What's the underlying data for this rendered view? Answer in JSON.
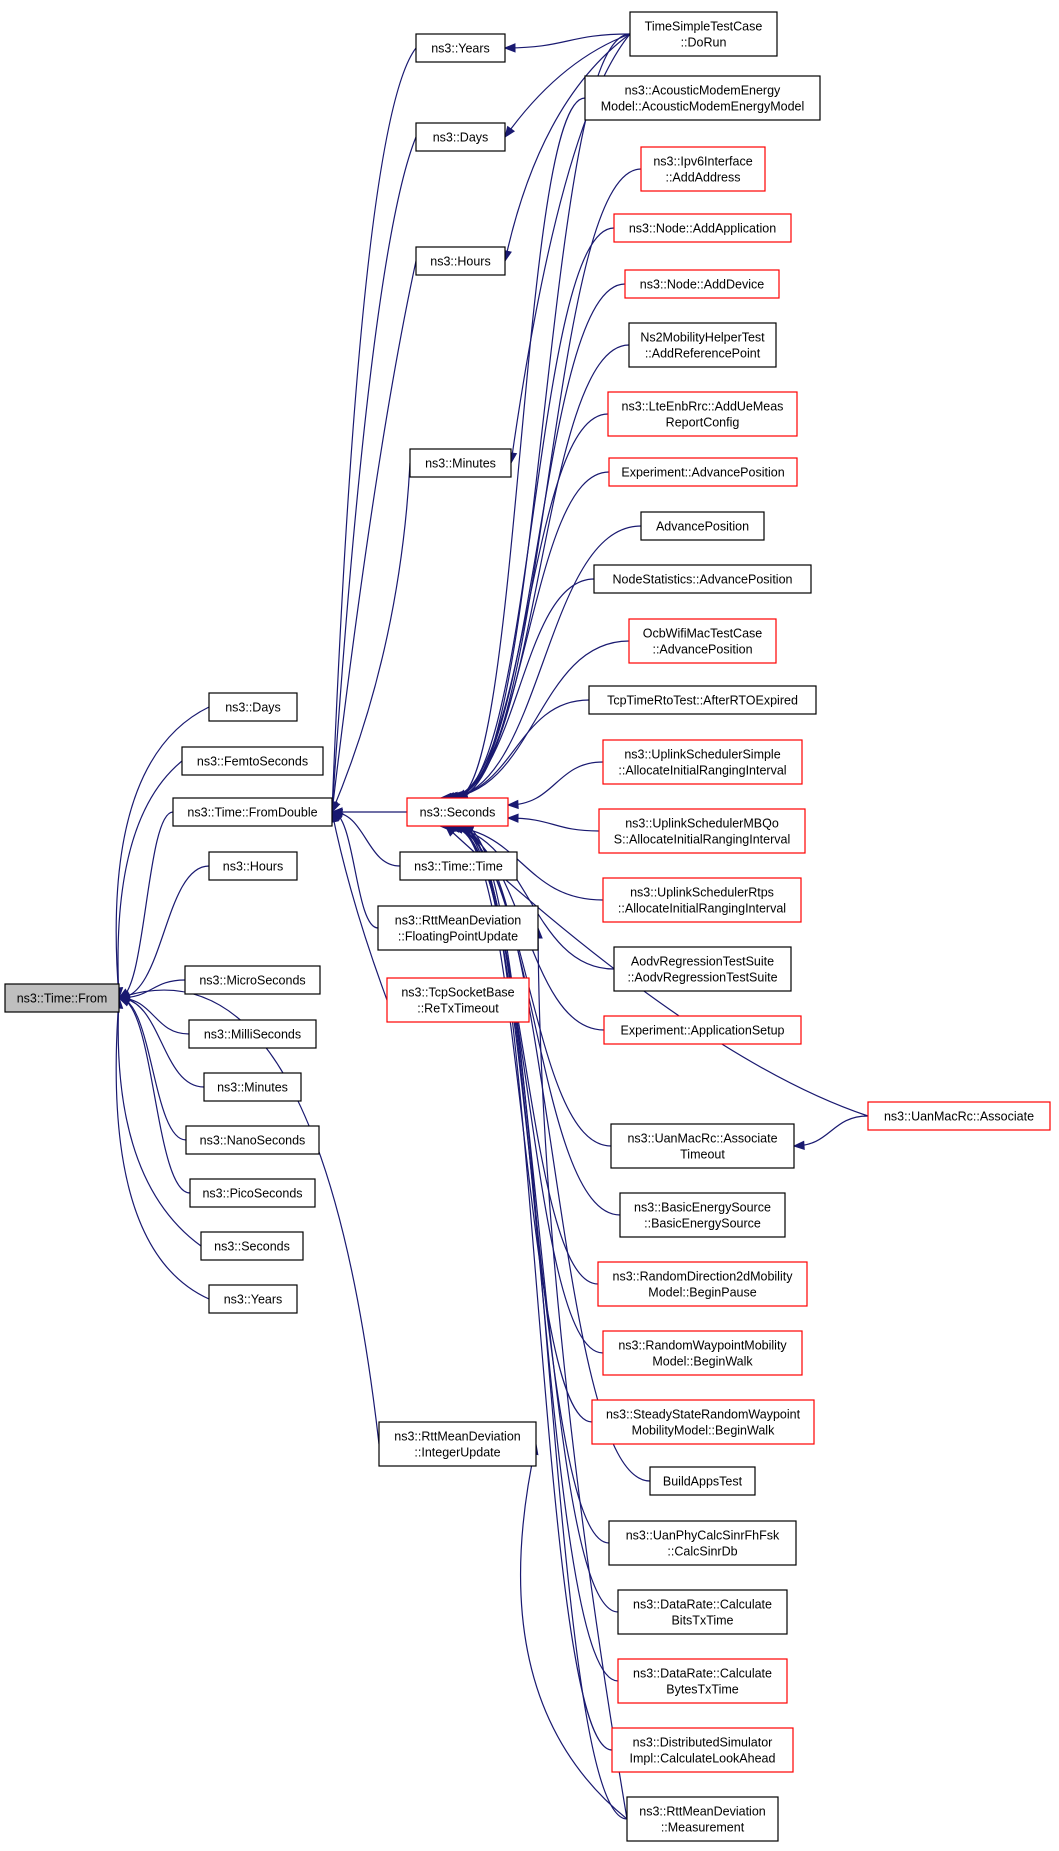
{
  "colors": {
    "edge": "#191970",
    "focus_fill": "#bfbfbf",
    "truncated_border": "#ff0000",
    "normal_border": "#000000"
  },
  "nodes": [
    {
      "id": "from",
      "lines": [
        "ns3::Time::From"
      ],
      "style": "focus"
    },
    {
      "id": "days1",
      "lines": [
        "ns3::Days"
      ],
      "style": "normal"
    },
    {
      "id": "femto",
      "lines": [
        "ns3::FemtoSeconds"
      ],
      "style": "normal"
    },
    {
      "id": "fromdouble",
      "lines": [
        "ns3::Time::FromDouble"
      ],
      "style": "normal"
    },
    {
      "id": "hours1",
      "lines": [
        "ns3::Hours"
      ],
      "style": "normal"
    },
    {
      "id": "micro",
      "lines": [
        "ns3::MicroSeconds"
      ],
      "style": "normal"
    },
    {
      "id": "milli",
      "lines": [
        "ns3::MilliSeconds"
      ],
      "style": "normal"
    },
    {
      "id": "minutes1",
      "lines": [
        "ns3::Minutes"
      ],
      "style": "normal"
    },
    {
      "id": "nano",
      "lines": [
        "ns3::NanoSeconds"
      ],
      "style": "normal"
    },
    {
      "id": "pico",
      "lines": [
        "ns3::PicoSeconds"
      ],
      "style": "normal"
    },
    {
      "id": "seconds1",
      "lines": [
        "ns3::Seconds"
      ],
      "style": "normal"
    },
    {
      "id": "years1",
      "lines": [
        "ns3::Years"
      ],
      "style": "normal"
    },
    {
      "id": "years2",
      "lines": [
        "ns3::Years"
      ],
      "style": "normal"
    },
    {
      "id": "days2",
      "lines": [
        "ns3::Days"
      ],
      "style": "normal"
    },
    {
      "id": "hours2",
      "lines": [
        "ns3::Hours"
      ],
      "style": "normal"
    },
    {
      "id": "minutes2",
      "lines": [
        "ns3::Minutes"
      ],
      "style": "normal"
    },
    {
      "id": "seconds2",
      "lines": [
        "ns3::Seconds"
      ],
      "style": "truncated"
    },
    {
      "id": "timetime",
      "lines": [
        "ns3::Time::Time"
      ],
      "style": "normal"
    },
    {
      "id": "floatupd",
      "lines": [
        "ns3::RttMeanDeviation",
        "::FloatingPointUpdate"
      ],
      "style": "normal"
    },
    {
      "id": "retx",
      "lines": [
        "ns3::TcpSocketBase",
        "::ReTxTimeout"
      ],
      "style": "truncated"
    },
    {
      "id": "intupd",
      "lines": [
        "ns3::RttMeanDeviation",
        "::IntegerUpdate"
      ],
      "style": "normal"
    },
    {
      "id": "dorun",
      "lines": [
        "TimeSimpleTestCase",
        "::DoRun"
      ],
      "style": "normal"
    },
    {
      "id": "acoustic",
      "lines": [
        "ns3::AcousticModemEnergy",
        "Model::AcousticModemEnergyModel"
      ],
      "style": "normal"
    },
    {
      "id": "ipv6",
      "lines": [
        "ns3::Ipv6Interface",
        "::AddAddress"
      ],
      "style": "truncated"
    },
    {
      "id": "addapp",
      "lines": [
        "ns3::Node::AddApplication"
      ],
      "style": "truncated"
    },
    {
      "id": "adddev",
      "lines": [
        "ns3::Node::AddDevice"
      ],
      "style": "truncated"
    },
    {
      "id": "ns2mob",
      "lines": [
        "Ns2MobilityHelperTest",
        "::AddReferencePoint"
      ],
      "style": "normal"
    },
    {
      "id": "lteenb",
      "lines": [
        "ns3::LteEnbRrc::AddUeMeas",
        "ReportConfig"
      ],
      "style": "truncated"
    },
    {
      "id": "expadv",
      "lines": [
        "Experiment::AdvancePosition"
      ],
      "style": "truncated"
    },
    {
      "id": "advpos",
      "lines": [
        "AdvancePosition"
      ],
      "style": "normal"
    },
    {
      "id": "nodestat",
      "lines": [
        "NodeStatistics::AdvancePosition"
      ],
      "style": "normal"
    },
    {
      "id": "ocb",
      "lines": [
        "OcbWifiMacTestCase",
        "::AdvancePosition"
      ],
      "style": "truncated"
    },
    {
      "id": "tcprto",
      "lines": [
        "TcpTimeRtoTest::AfterRTOExpired"
      ],
      "style": "normal"
    },
    {
      "id": "ulsimple",
      "lines": [
        "ns3::UplinkSchedulerSimple",
        "::AllocateInitialRangingInterval"
      ],
      "style": "truncated"
    },
    {
      "id": "ulmbqos",
      "lines": [
        "ns3::UplinkSchedulerMBQo",
        "S::AllocateInitialRangingInterval"
      ],
      "style": "truncated"
    },
    {
      "id": "ulrtps",
      "lines": [
        "ns3::UplinkSchedulerRtps",
        "::AllocateInitialRangingInterval"
      ],
      "style": "truncated"
    },
    {
      "id": "aodv",
      "lines": [
        "AodvRegressionTestSuite",
        "::AodvRegressionTestSuite"
      ],
      "style": "normal"
    },
    {
      "id": "expsetup",
      "lines": [
        "Experiment::ApplicationSetup"
      ],
      "style": "truncated"
    },
    {
      "id": "uanassoc",
      "lines": [
        "ns3::UanMacRc::Associate"
      ],
      "style": "truncated"
    },
    {
      "id": "uanassoct",
      "lines": [
        "ns3::UanMacRc::Associate",
        "Timeout"
      ],
      "style": "normal"
    },
    {
      "id": "basicen",
      "lines": [
        "ns3::BasicEnergySource",
        "::BasicEnergySource"
      ],
      "style": "normal"
    },
    {
      "id": "rd2d",
      "lines": [
        "ns3::RandomDirection2dMobility",
        "Model::BeginPause"
      ],
      "style": "truncated"
    },
    {
      "id": "rwp",
      "lines": [
        "ns3::RandomWaypointMobility",
        "Model::BeginWalk"
      ],
      "style": "truncated"
    },
    {
      "id": "ssrwp",
      "lines": [
        "ns3::SteadyStateRandomWaypoint",
        "MobilityModel::BeginWalk"
      ],
      "style": "truncated"
    },
    {
      "id": "buildapps",
      "lines": [
        "BuildAppsTest"
      ],
      "style": "normal"
    },
    {
      "id": "uanphy",
      "lines": [
        "ns3::UanPhyCalcSinrFhFsk",
        "::CalcSinrDb"
      ],
      "style": "normal"
    },
    {
      "id": "drbits",
      "lines": [
        "ns3::DataRate::Calculate",
        "BitsTxTime"
      ],
      "style": "normal"
    },
    {
      "id": "drbytes",
      "lines": [
        "ns3::DataRate::Calculate",
        "BytesTxTime"
      ],
      "style": "truncated"
    },
    {
      "id": "distsim",
      "lines": [
        "ns3::DistributedSimulator",
        "Impl::CalculateLookAhead"
      ],
      "style": "truncated"
    },
    {
      "id": "measure",
      "lines": [
        "ns3::RttMeanDeviation",
        "::Measurement"
      ],
      "style": "normal"
    }
  ]
}
